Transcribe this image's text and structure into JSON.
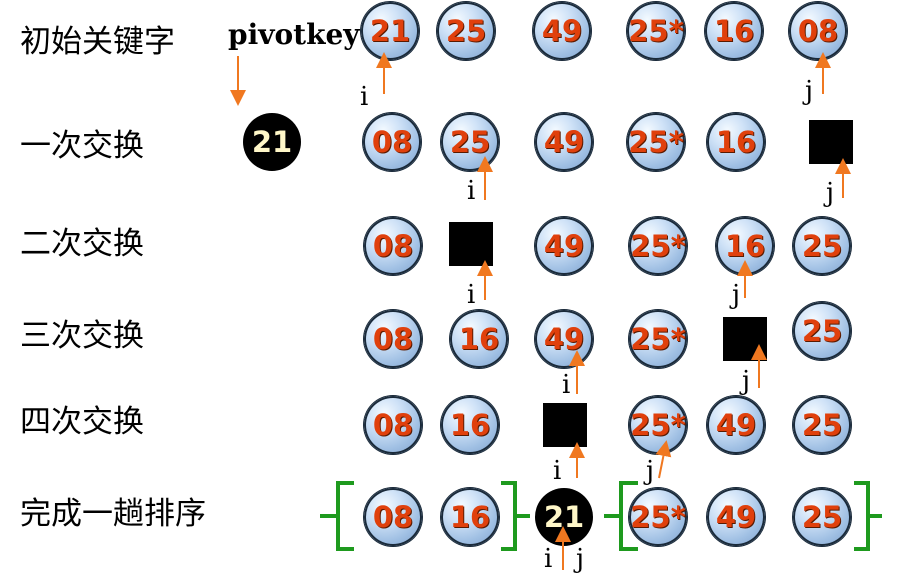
{
  "title_label": "初始关键字",
  "pivot_header": "pivotkey",
  "pivot_value": "21",
  "rows": [
    {
      "label": "初始关键字",
      "cells": [
        "21",
        "25",
        "49",
        "25*",
        "16",
        "08"
      ]
    },
    {
      "label": "一次交换",
      "cells": [
        "08",
        "25",
        "49",
        "25*",
        "16",
        ""
      ]
    },
    {
      "label": "二次交换",
      "cells": [
        "08",
        "",
        "49",
        "25*",
        "16",
        "25"
      ]
    },
    {
      "label": "三次交换",
      "cells": [
        "08",
        "16",
        "49",
        "25*",
        "",
        "25"
      ]
    },
    {
      "label": "四次交换",
      "cells": [
        "08",
        "16",
        "",
        "25*",
        "49",
        "25"
      ]
    },
    {
      "label": "完成一趟排序",
      "cells": [
        "08",
        "16",
        "21",
        "25*",
        "49",
        "25"
      ]
    }
  ],
  "pointers": {
    "i": "i",
    "j": "j"
  },
  "colors": {
    "number_text": "#e0400c",
    "arrow": "#f07820",
    "bracket": "#1e9a1e",
    "pivot_text": "#fff7c8"
  }
}
